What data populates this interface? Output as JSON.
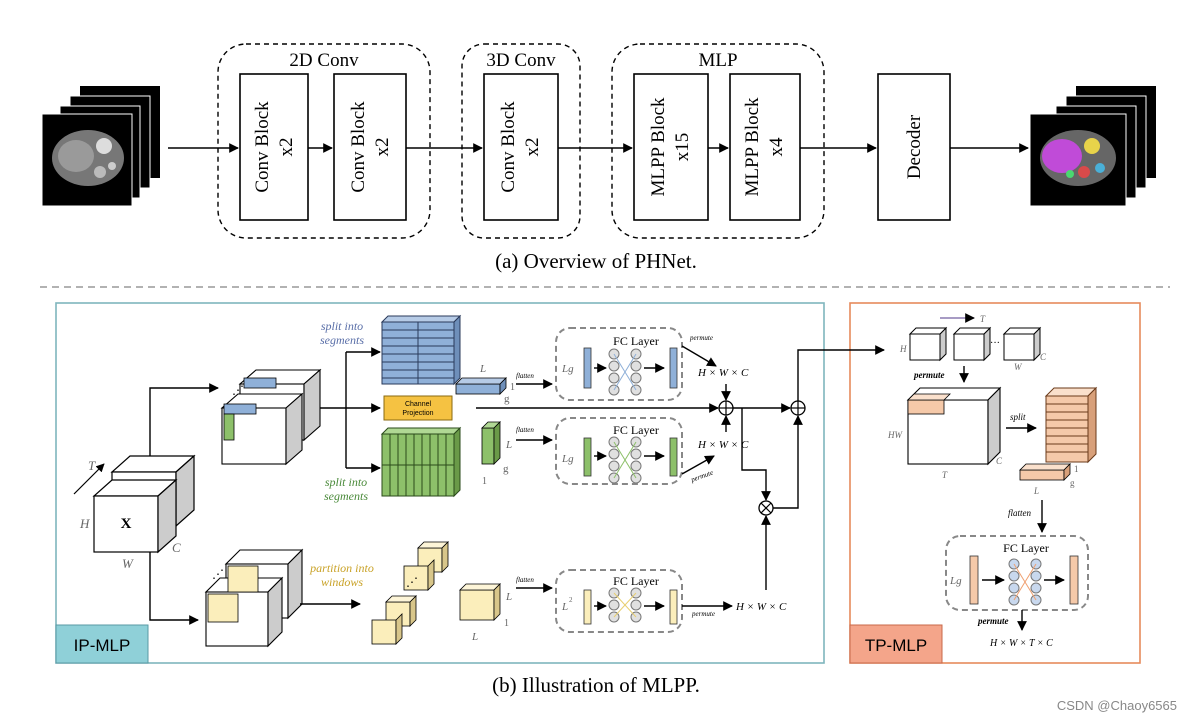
{
  "overview": {
    "groups": {
      "conv2d": "2D Conv",
      "conv3d": "3D Conv",
      "mlp": "MLP"
    },
    "blocks": {
      "conv2d_a": [
        "Conv Block",
        "x2"
      ],
      "conv2d_b": [
        "Conv Block",
        "x2"
      ],
      "conv3d": [
        "Conv Block",
        "x2"
      ],
      "mlpp_a": [
        "MLPP Block",
        "x15"
      ],
      "mlpp_b": [
        "MLPP Block",
        "x4"
      ],
      "decoder": "Decoder"
    },
    "caption": "(a) Overview of PHNet."
  },
  "mlpp": {
    "ip_label": "IP-MLP",
    "tp_label": "TP-MLP",
    "caption": "(b) Illustration of MLPP.",
    "input": {
      "x": "X",
      "t": "T",
      "h": "H",
      "w": "W",
      "c": "C"
    },
    "split_top": [
      "split into",
      "segments"
    ],
    "split_bottom": [
      "split into",
      "segments"
    ],
    "partition": [
      "partition into",
      "windows"
    ],
    "channel_projection": [
      "Channel",
      "Projection"
    ],
    "fc_layer": "FC Layer",
    "flatten": "flatten",
    "permute": "permute",
    "split": "split",
    "out_hwc": "H × W × C",
    "out_hwtc": "H × W × T × C",
    "dims": {
      "L": "L",
      "g": "g",
      "one": "1",
      "Lg": "Lg",
      "L2": "L",
      "sq": "2",
      "HW": "HW",
      "T": "T",
      "C": "C",
      "H": "H",
      "W": "W"
    },
    "ops": {
      "plus": "⊕",
      "times": "⊗"
    }
  },
  "watermark": "CSDN @Chaoy6565",
  "colors": {
    "blue": "#8fb0d8",
    "green": "#8dc06a",
    "yellow": "#fbeebb",
    "peach": "#f5c9a9",
    "ip_border": "#7fb5bd",
    "tp_border": "#e68a5c",
    "ip_tag": "#8fd0d8",
    "tp_tag": "#f4a58a",
    "proj": "#f5c242"
  }
}
